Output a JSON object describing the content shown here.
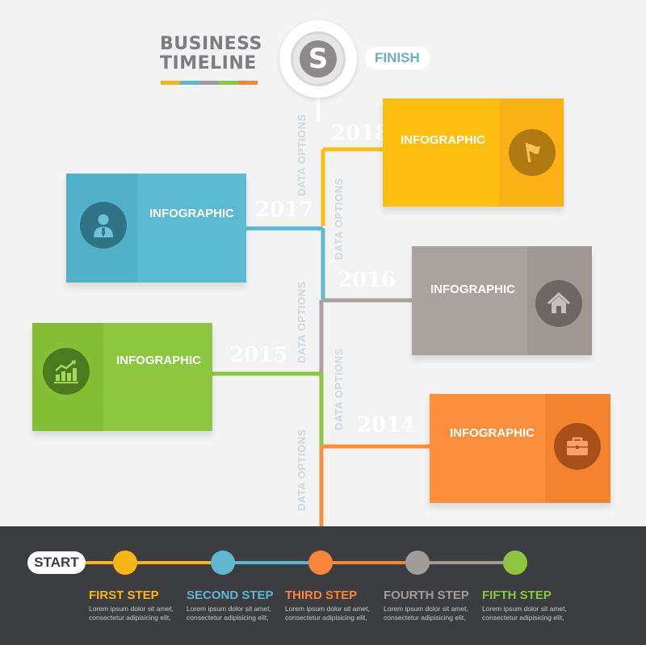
{
  "header": {
    "title_line1": "BUSINESS",
    "title_line2": "TIMELINE",
    "title_bar_colors": [
      "#f6b716",
      "#5fb7cf",
      "#a29c99",
      "#8cc63f",
      "#f7863a"
    ]
  },
  "finish": {
    "label": "FINISH",
    "icon": "dollar-coin-icon",
    "symbol": "S"
  },
  "vertical_label": "DATA OPTIONS",
  "cards": [
    {
      "year": "2018",
      "label": "INFOGRAPHIC",
      "icon": "flag-icon",
      "color": "#fdbf0f",
      "dark": "#f7ad12"
    },
    {
      "year": "2017",
      "label": "INFOGRAPHIC",
      "icon": "businessman-icon",
      "color": "#5bb9d2",
      "dark": "#4aa7c0"
    },
    {
      "year": "2016",
      "label": "INFOGRAPHIC",
      "icon": "house-icon",
      "color": "#aaa29f",
      "dark": "#9a928f"
    },
    {
      "year": "2015",
      "label": "INFOGRAPHIC",
      "icon": "growth-chart-icon",
      "color": "#8dc63f",
      "dark": "#78b52a"
    },
    {
      "year": "2014",
      "label": "INFOGRAPHIC",
      "icon": "briefcase-icon",
      "color": "#fb8f3c",
      "dark": "#f27c28"
    }
  ],
  "footer": {
    "start_label": "START",
    "steps": [
      {
        "title": "FIRST STEP",
        "color": "#f6b716",
        "desc": "Lorem ipsum dolor sit amet, consectetur adipisicing elit,"
      },
      {
        "title": "SECOND STEP",
        "color": "#5fb7cf",
        "desc": "Lorem ipsum dolor sit amet, consectetur adipisicing elit,"
      },
      {
        "title": "THIRD STEP",
        "color": "#f7863a",
        "desc": "Lorem ipsum dolor sit amet, consectetur adipisicing elit,"
      },
      {
        "title": "FOURTH STEP",
        "color": "#a29c99",
        "desc": "Lorem ipsum dolor sit amet, consectetur adipisicing elit,"
      },
      {
        "title": "FIFTH STEP",
        "color": "#8cc63f",
        "desc": "Lorem ipsum dolor sit amet, consectetur adipisicing elit,"
      }
    ]
  }
}
